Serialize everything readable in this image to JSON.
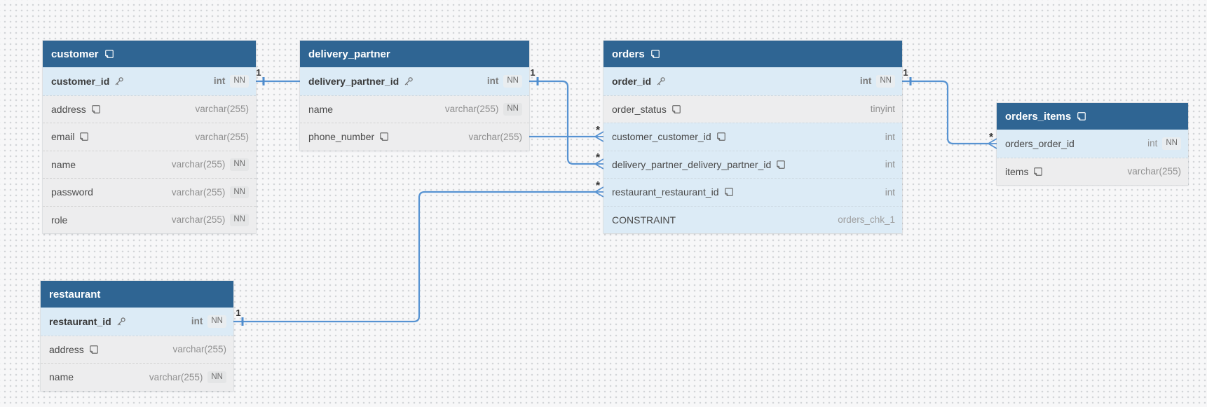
{
  "diagram": {
    "cardinality_one": "1",
    "cardinality_many": "*",
    "colors": {
      "table_header_bg": "#2f6593",
      "key_row_bg": "#dcebf6",
      "row_bg": "#ededee",
      "edge_blue": "#5793d2",
      "canvas_bg": "#f7f7f8",
      "grid_dot": "#d3d5d8",
      "nn_badge_bg": "#e4e5e6"
    }
  },
  "tables": [
    {
      "name": "customer",
      "columns": [
        {
          "name": "customer_id",
          "type": "int",
          "nn": "NN"
        },
        {
          "name": "address",
          "type": "varchar(255)"
        },
        {
          "name": "email",
          "type": "varchar(255)"
        },
        {
          "name": "name",
          "type": "varchar(255)",
          "nn": "NN"
        },
        {
          "name": "password",
          "type": "varchar(255)",
          "nn": "NN"
        },
        {
          "name": "role",
          "type": "varchar(255)",
          "nn": "NN"
        }
      ]
    },
    {
      "name": "delivery_partner",
      "columns": [
        {
          "name": "delivery_partner_id",
          "type": "int",
          "nn": "NN"
        },
        {
          "name": "name",
          "type": "varchar(255)",
          "nn": "NN"
        },
        {
          "name": "phone_number",
          "type": "varchar(255)"
        }
      ]
    },
    {
      "name": "orders",
      "columns": [
        {
          "name": "order_id",
          "type": "int",
          "nn": "NN"
        },
        {
          "name": "order_status",
          "type": "tinyint"
        },
        {
          "name": "customer_customer_id",
          "type": "int"
        },
        {
          "name": "delivery_partner_delivery_partner_id",
          "type": "int"
        },
        {
          "name": "restaurant_restaurant_id",
          "type": "int"
        },
        {
          "name": "CONSTRAINT",
          "type": "orders_chk_1"
        }
      ]
    },
    {
      "name": "orders_items",
      "columns": [
        {
          "name": "orders_order_id",
          "type": "int",
          "nn": "NN"
        },
        {
          "name": "items",
          "type": "varchar(255)"
        }
      ]
    },
    {
      "name": "restaurant",
      "columns": [
        {
          "name": "restaurant_id",
          "type": "int",
          "nn": "NN"
        },
        {
          "name": "address",
          "type": "varchar(255)"
        },
        {
          "name": "name",
          "type": "varchar(255)",
          "nn": "NN"
        }
      ]
    }
  ]
}
